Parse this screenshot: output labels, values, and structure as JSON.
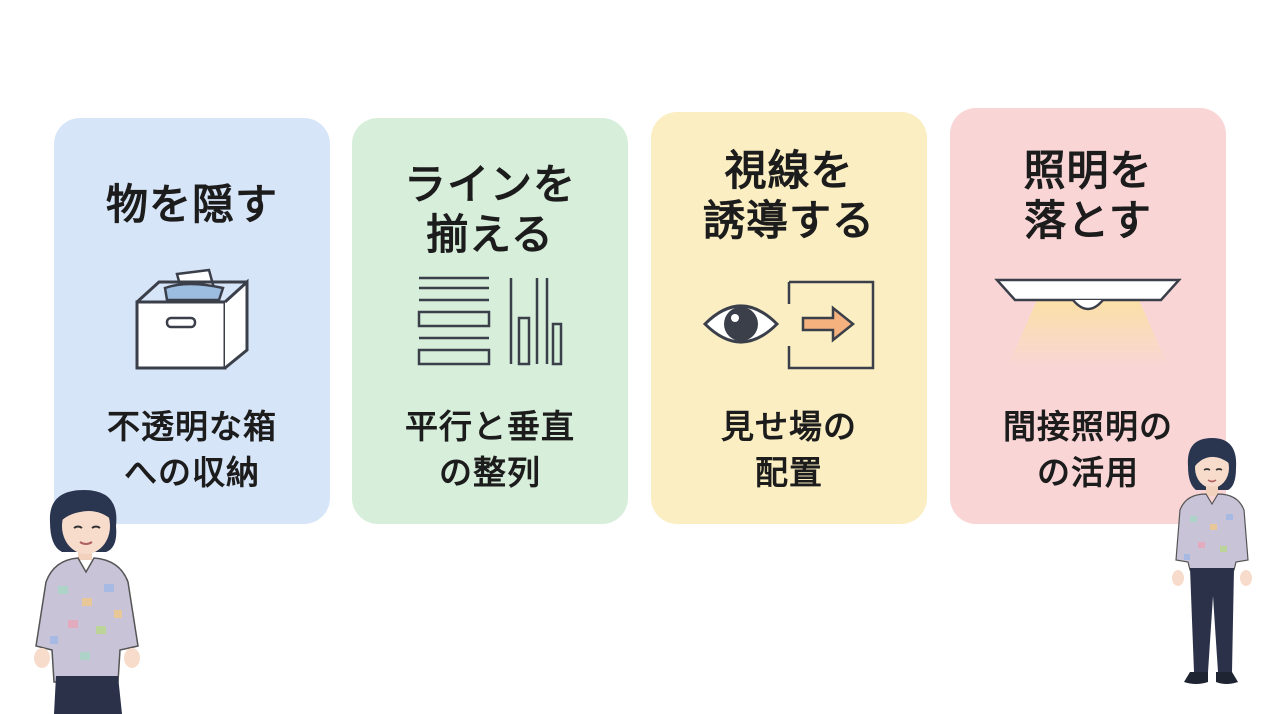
{
  "cards": [
    {
      "title": [
        "物を隠す"
      ],
      "icon": "storage-box-icon",
      "desc": [
        "不透明な箱",
        "への収納"
      ],
      "color": "#d7e5f8"
    },
    {
      "title": [
        "ラインを",
        "揃える"
      ],
      "icon": "aligned-lines-icon",
      "desc": [
        "平行と垂直",
        "の整列"
      ],
      "color": "#d6eeda"
    },
    {
      "title": [
        "視線を",
        "誘導する"
      ],
      "icon": "eye-arrow-icon",
      "desc": [
        "見せ場の",
        "配置"
      ],
      "color": "#faeec2"
    },
    {
      "title": [
        "照明を",
        "落とす"
      ],
      "icon": "ceiling-light-icon",
      "desc": [
        "間接照明の",
        "の活用"
      ],
      "color": "#f9d5d6"
    }
  ]
}
